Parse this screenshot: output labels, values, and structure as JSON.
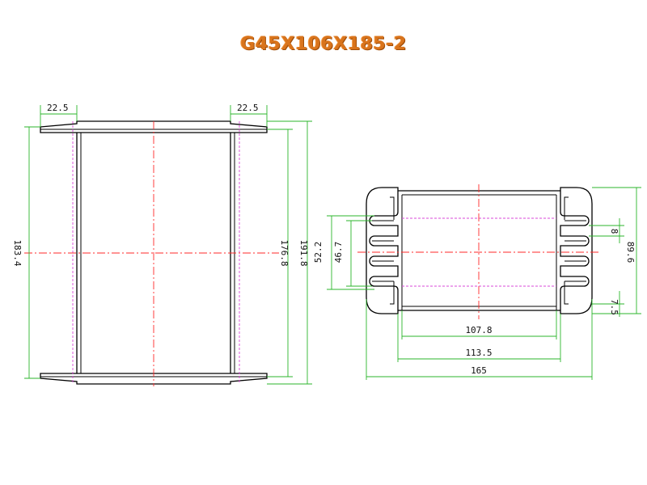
{
  "title": "G45X106X185-2",
  "front_view": {
    "dims": {
      "flange_top_left": "22.5",
      "flange_top_right": "22.5",
      "overall_height_left": "183.4",
      "inner_height": "176.8",
      "overall_height_right": "191.8"
    }
  },
  "side_view": {
    "dims": {
      "height_outer": "52.2",
      "height_inner": "46.7",
      "slot": "8",
      "width_total": "89.6",
      "bottom": "7.5",
      "len_inner": "107.8",
      "len_mid": "113.5",
      "len_total": "165"
    }
  },
  "colors": {
    "title": "#d9741c",
    "outline": "#000000",
    "dimension": "#2bb52b",
    "centerline": "#ff2a2a",
    "hidden": "#d94ad9"
  }
}
